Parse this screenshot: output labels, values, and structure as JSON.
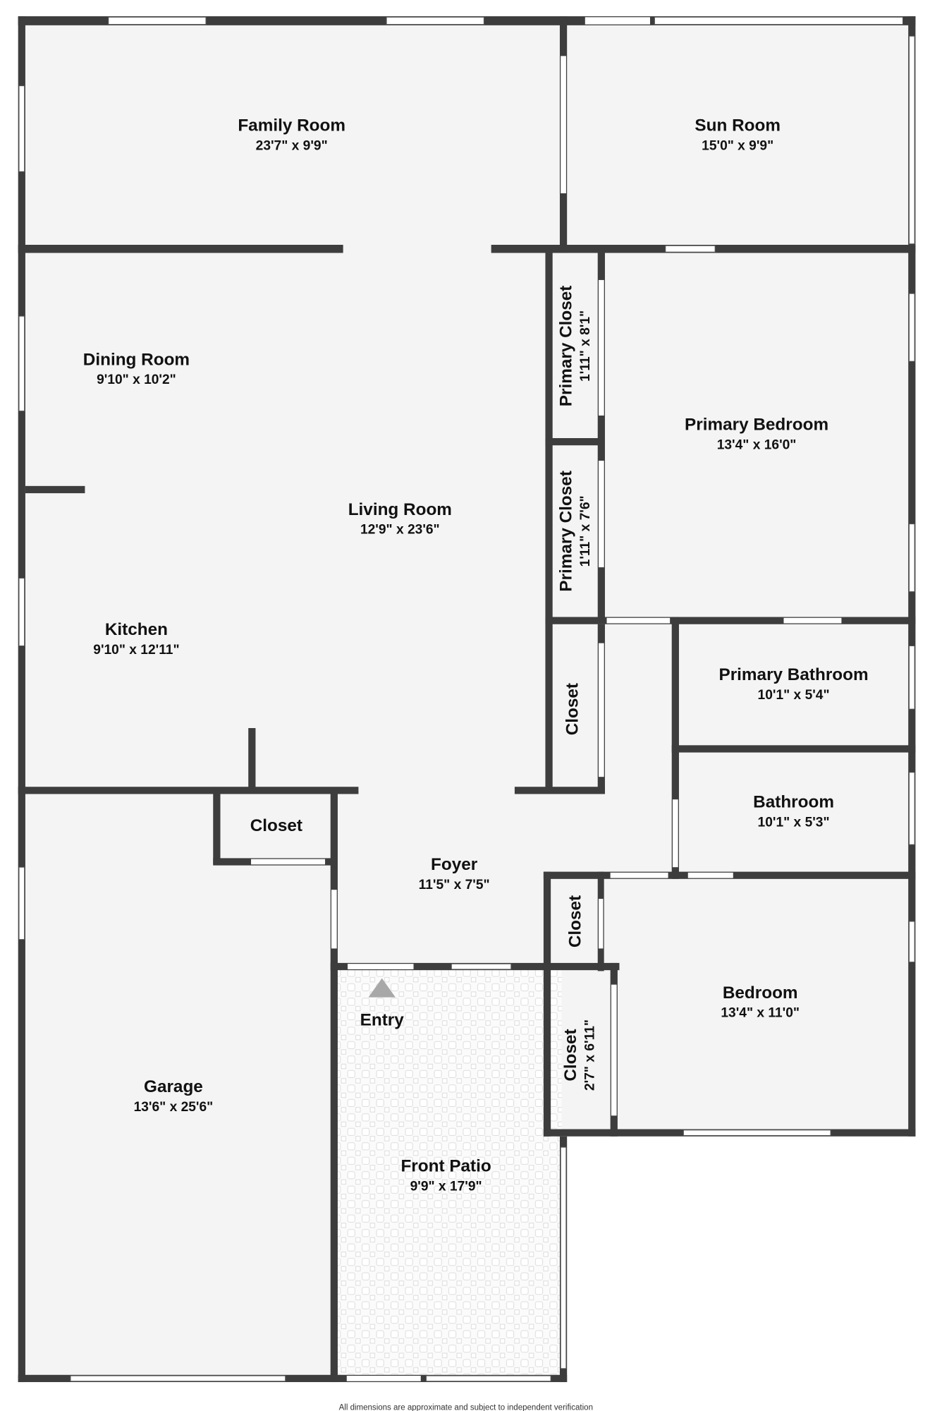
{
  "rooms": {
    "family_room": {
      "name": "Family Room",
      "dim": "23'7\" x 9'9\""
    },
    "sun_room": {
      "name": "Sun Room",
      "dim": "15'0\" x 9'9\""
    },
    "dining_room": {
      "name": "Dining Room",
      "dim": "9'10\" x 10'2\""
    },
    "living_room": {
      "name": "Living Room",
      "dim": "12'9\" x 23'6\""
    },
    "kitchen": {
      "name": "Kitchen",
      "dim": "9'10\" x 12'11\""
    },
    "primary_closet_1": {
      "name": "Primary Closet",
      "dim": "1'11\" x 8'1\""
    },
    "primary_closet_2": {
      "name": "Primary Closet",
      "dim": "1'11\" x 7'6\""
    },
    "primary_bedroom": {
      "name": "Primary Bedroom",
      "dim": "13'4\" x 16'0\""
    },
    "hall_closet": {
      "name": "Closet"
    },
    "primary_bathroom": {
      "name": "Primary Bathroom",
      "dim": "10'1\" x 5'4\""
    },
    "bathroom": {
      "name": "Bathroom",
      "dim": "10'1\" x 5'3\""
    },
    "foyer_closet": {
      "name": "Closet"
    },
    "foyer": {
      "name": "Foyer",
      "dim": "11'5\" x 7'5\""
    },
    "bedroom_closet_1": {
      "name": "Closet"
    },
    "bedroom_closet_2": {
      "name": "Closet",
      "dim": "2'7\" x 6'11\""
    },
    "bedroom": {
      "name": "Bedroom",
      "dim": "13'4\" x 11'0\""
    },
    "garage": {
      "name": "Garage",
      "dim": "13'6\" x 25'6\""
    },
    "front_patio": {
      "name": "Front Patio",
      "dim": "9'9\" x 17'9\""
    }
  },
  "entry_label": "Entry",
  "footer": "All dimensions are approximate and subject to independent verification",
  "colors": {
    "wall": "#3d3d3d",
    "floor": "#f4f4f4",
    "entry_arrow": "#a8a8a8"
  }
}
